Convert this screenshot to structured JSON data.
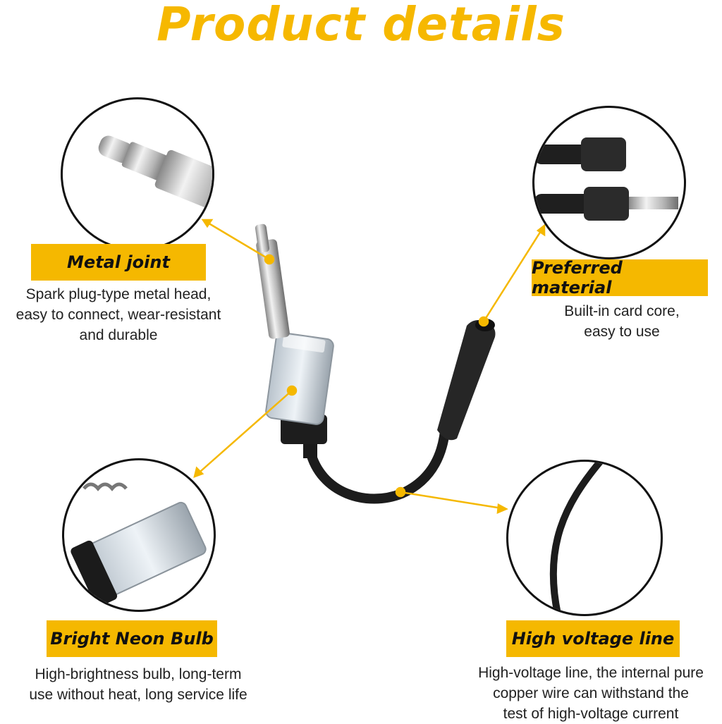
{
  "title": "Product details",
  "features": {
    "metal_joint": {
      "label": "Metal joint",
      "desc_lines": [
        "Spark plug-type metal head,",
        "easy to connect, wear-resistant",
        "and durable"
      ]
    },
    "preferred_material": {
      "label": "Preferred material",
      "desc_lines": [
        "Built-in card core,",
        "easy to use"
      ]
    },
    "neon_bulb": {
      "label": "Bright Neon Bulb",
      "desc_lines": [
        "High-brightness bulb, long-term",
        "use without heat, long service life"
      ]
    },
    "hv_line": {
      "label": "High voltage line",
      "desc_lines": [
        "High-voltage line, the internal pure",
        "copper wire can withstand the",
        "test of high-voltage current"
      ]
    }
  },
  "colors": {
    "accent": "#f5b800",
    "title": "#f6b800",
    "text": "#222222",
    "cable": "#1c1c1c"
  }
}
